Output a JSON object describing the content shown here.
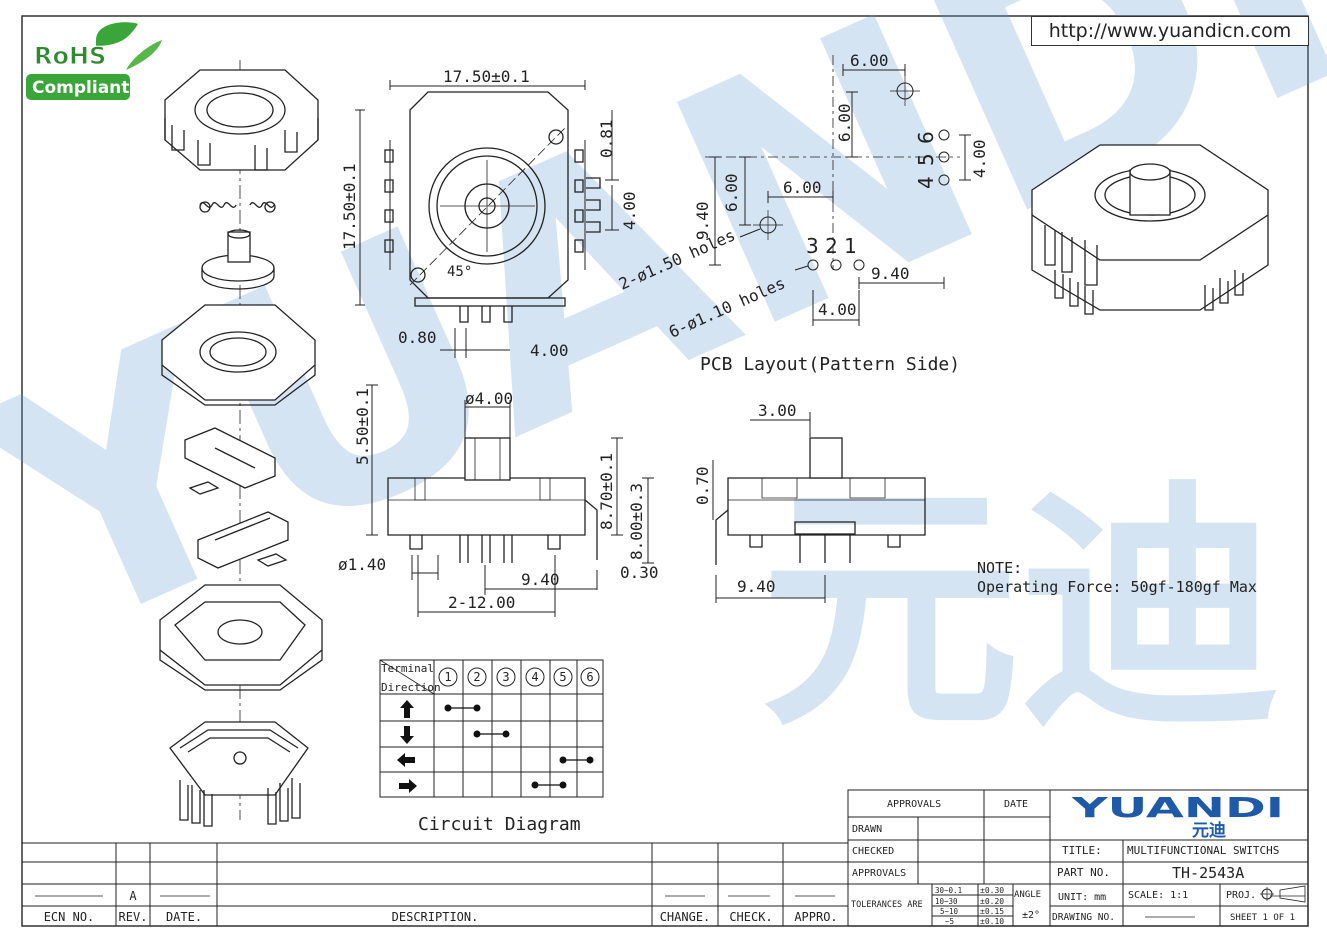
{
  "url": "http://www.yuandicn.com",
  "rohs": {
    "line1": "RoHS",
    "line2": "Compliant"
  },
  "watermark": {
    "latin": "YUANDI",
    "cjk": "元迪"
  },
  "top_view": {
    "width_dim": "17.50±0.1",
    "height_dim": "17.50±0.1",
    "pin_pitch_small": "0.81",
    "pin_pitch": "4.00",
    "angle": "45°",
    "pin_width": "0.80",
    "pin_spacing": "4.00"
  },
  "pcb": {
    "dim_6_top": "6.00",
    "dim_6_vert": "6.00",
    "dim_6_left": "6.00",
    "dim_6_horiz": "6.00",
    "dim_940_vert": "9.40",
    "dim_4_right": "4.00",
    "dim_940_horiz": "9.40",
    "dim_4_bottom": "4.00",
    "holes_150": "2-ø1.50 holes",
    "holes_110": "6-ø1.10 holes",
    "pins_top": "3 2 1",
    "pins_right": [
      "6",
      "5",
      "4"
    ],
    "caption": "PCB Layout(Pattern Side)"
  },
  "front_view": {
    "dim_diam4": "ø4.00",
    "dim_550": "5.50±0.1",
    "dim_870": "8.70±0.1",
    "dim_800": "8.00±0.3",
    "dim_diam140": "ø1.40",
    "dim_940": "9.40",
    "dim_030": "0.30",
    "dim_1200": "2-12.00"
  },
  "side_view": {
    "dim_300": "3.00",
    "dim_070": "0.70",
    "dim_940": "9.40"
  },
  "note": {
    "title": "NOTE:",
    "text": "Operating Force: 50gf-180gf Max"
  },
  "circuit": {
    "header_terminal": "Terminal",
    "header_direction": "Direction",
    "terminals": [
      "1",
      "2",
      "3",
      "4",
      "5",
      "6"
    ],
    "rows": [
      {
        "direction": "up-arrow",
        "from": 1,
        "to": 2
      },
      {
        "direction": "down-arrow",
        "from": 2,
        "to": 3
      },
      {
        "direction": "left-arrow",
        "from": 5,
        "to": 6
      },
      {
        "direction": "right-arrow",
        "from": 4,
        "to": 5
      }
    ],
    "caption": "Circuit Diagram"
  },
  "title_block": {
    "approvals": "APPROVALS",
    "date": "DATE",
    "drawn": "DRAWN",
    "checked": "CHECKED",
    "approvals2": "APPROVALS",
    "logo": "YUANDI",
    "logo_cjk": "元迪",
    "title_label": "TITLE:",
    "title_value": "MULTIFUNCTIONAL SWITCHS",
    "part_label": "PART NO.",
    "part_value": "TH-2543A",
    "tolerances": "TOLERANCES ARE",
    "tol_ranges": [
      "30~0.1",
      "10~30",
      "5~10",
      "~5"
    ],
    "tol_values": [
      "±0.30",
      "±0.20",
      "±0.15",
      "±0.10"
    ],
    "angle": "ANGLE",
    "angle_value": "±2°",
    "unit": "UNIT: mm",
    "scale": "SCALE: 1:1",
    "proj": "PROJ.",
    "drawing_no": "DRAWING NO.",
    "sheet": "SHEET 1 OF 1"
  },
  "revision_block": {
    "rev_value": "A",
    "headers": [
      "ECN NO.",
      "REV.",
      "DATE.",
      "DESCRIPTION.",
      "CHANGE.",
      "CHECK.",
      "APPRO."
    ]
  }
}
